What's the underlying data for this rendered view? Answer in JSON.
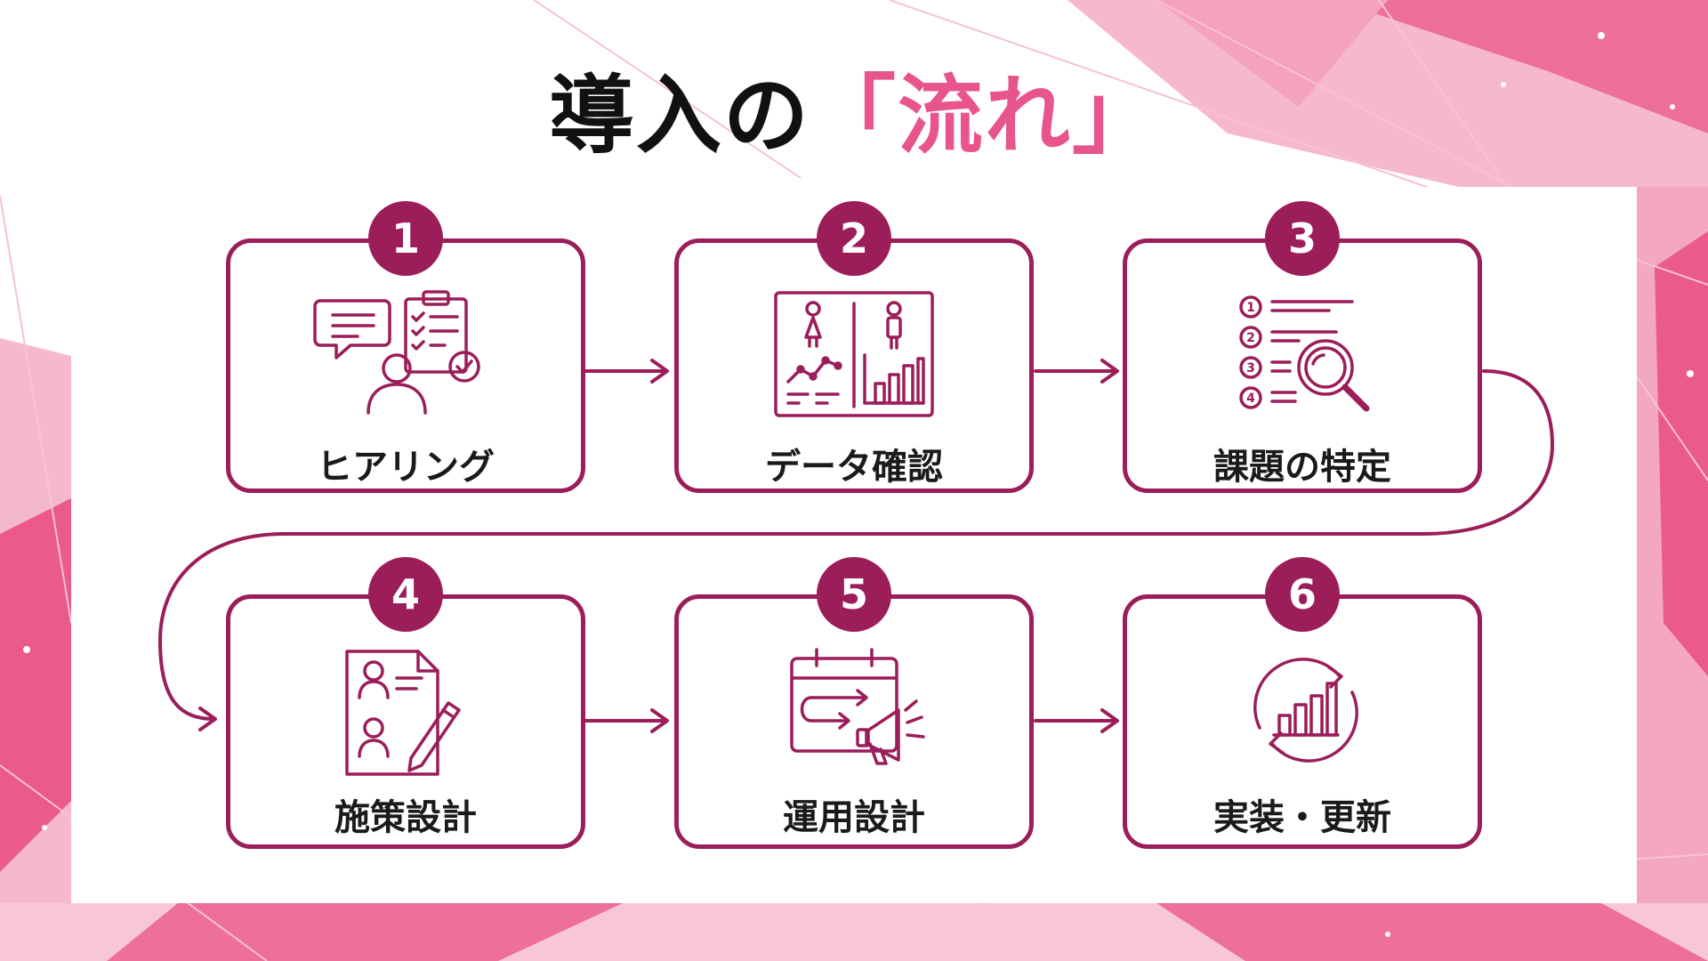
{
  "title": {
    "main": "導入の",
    "accent": "「流れ」"
  },
  "colors": {
    "accent": "#9b1d5a",
    "title_accent": "#e8558c",
    "background_pink": "#ee6f98"
  },
  "steps": [
    {
      "number": "1",
      "label": "ヒアリング",
      "icon": "consultation-checklist-icon"
    },
    {
      "number": "2",
      "label": "データ確認",
      "icon": "data-dashboard-icon"
    },
    {
      "number": "3",
      "label": "課題の特定",
      "icon": "numbered-list-magnifier-icon"
    },
    {
      "number": "4",
      "label": "施策設計",
      "icon": "profile-document-pencil-icon"
    },
    {
      "number": "5",
      "label": "運用設計",
      "icon": "calendar-megaphone-icon"
    },
    {
      "number": "6",
      "label": "実装・更新",
      "icon": "cycle-bar-chart-icon"
    }
  ]
}
